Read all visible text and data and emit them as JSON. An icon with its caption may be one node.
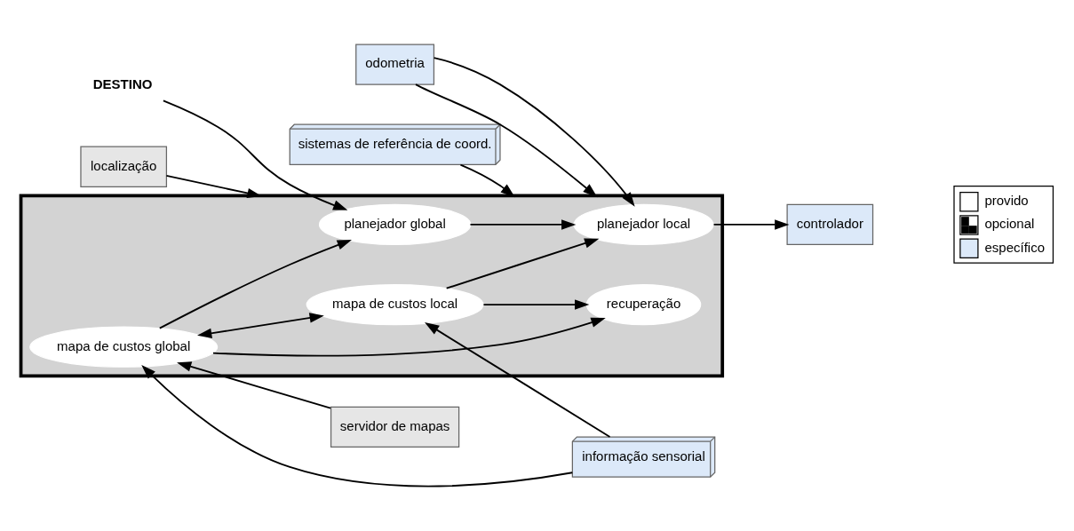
{
  "diagram": {
    "nodes": [
      {
        "text": [
          "DESTINO"
        ]
      },
      {
        "text": [],
        "shape": "box"
      },
      {
        "text": [
          "planejador global"
        ],
        "in": 1
      },
      {
        "text": [
          "mapa de custos global"
        ],
        "in": 1
      },
      {
        "text": [
          "recuperação"
        ],
        "in": 1
      },
      {
        "text": [
          "planejador local"
        ],
        "in": 1
      },
      {
        "text": [
          "mapa de custos local"
        ],
        "in": 1
      },
      {
        "text": [
          "localização"
        ]
      },
      {
        "text": [
          "sistemas de referência de coord."
        ]
      },
      {
        "text": [
          "odometria"
        ]
      },
      {
        "text": [
          "servidor de mapas"
        ]
      },
      {
        "text": [
          "informação sensorial"
        ]
      },
      {
        "text": [
          "controlador"
        ]
      }
    ],
    "edges": [
      {
        "from": 0,
        "to": 2,
        "arrow": "to"
      },
      {
        "from": 10,
        "to": 3,
        "arrow": "to"
      },
      {
        "from": 3,
        "to": 2,
        "arrow": "to"
      },
      {
        "from": 3,
        "to": 4,
        "arrow": "to"
      },
      {
        "from": 3,
        "to": 6,
        "arrow": "both"
      },
      {
        "from": 11,
        "to": 3,
        "arrow": "to"
      },
      {
        "from": 11,
        "to": 6,
        "arrow": "to"
      },
      {
        "from": 7,
        "to": 1,
        "arrow": "to"
      },
      {
        "from": 8,
        "to": 1,
        "arrow": "to"
      },
      {
        "from": 9,
        "to": 1,
        "arrow": "to"
      },
      {
        "from": 2,
        "to": 5,
        "arrow": "to"
      },
      {
        "from": 6,
        "to": 4,
        "arrow": "to"
      },
      {
        "from": 6,
        "to": 5,
        "arrow": "to"
      },
      {
        "from": 9,
        "to": 5,
        "arrow": "to"
      },
      {
        "from": 5,
        "to": 12,
        "arrow": "to"
      }
    ],
    "legend": [
      {
        "text": "provido",
        "color": "#ffffff"
      },
      {
        "text": "opcional"
      },
      {
        "text": "específico",
        "color": "#dce9f9"
      }
    ]
  }
}
